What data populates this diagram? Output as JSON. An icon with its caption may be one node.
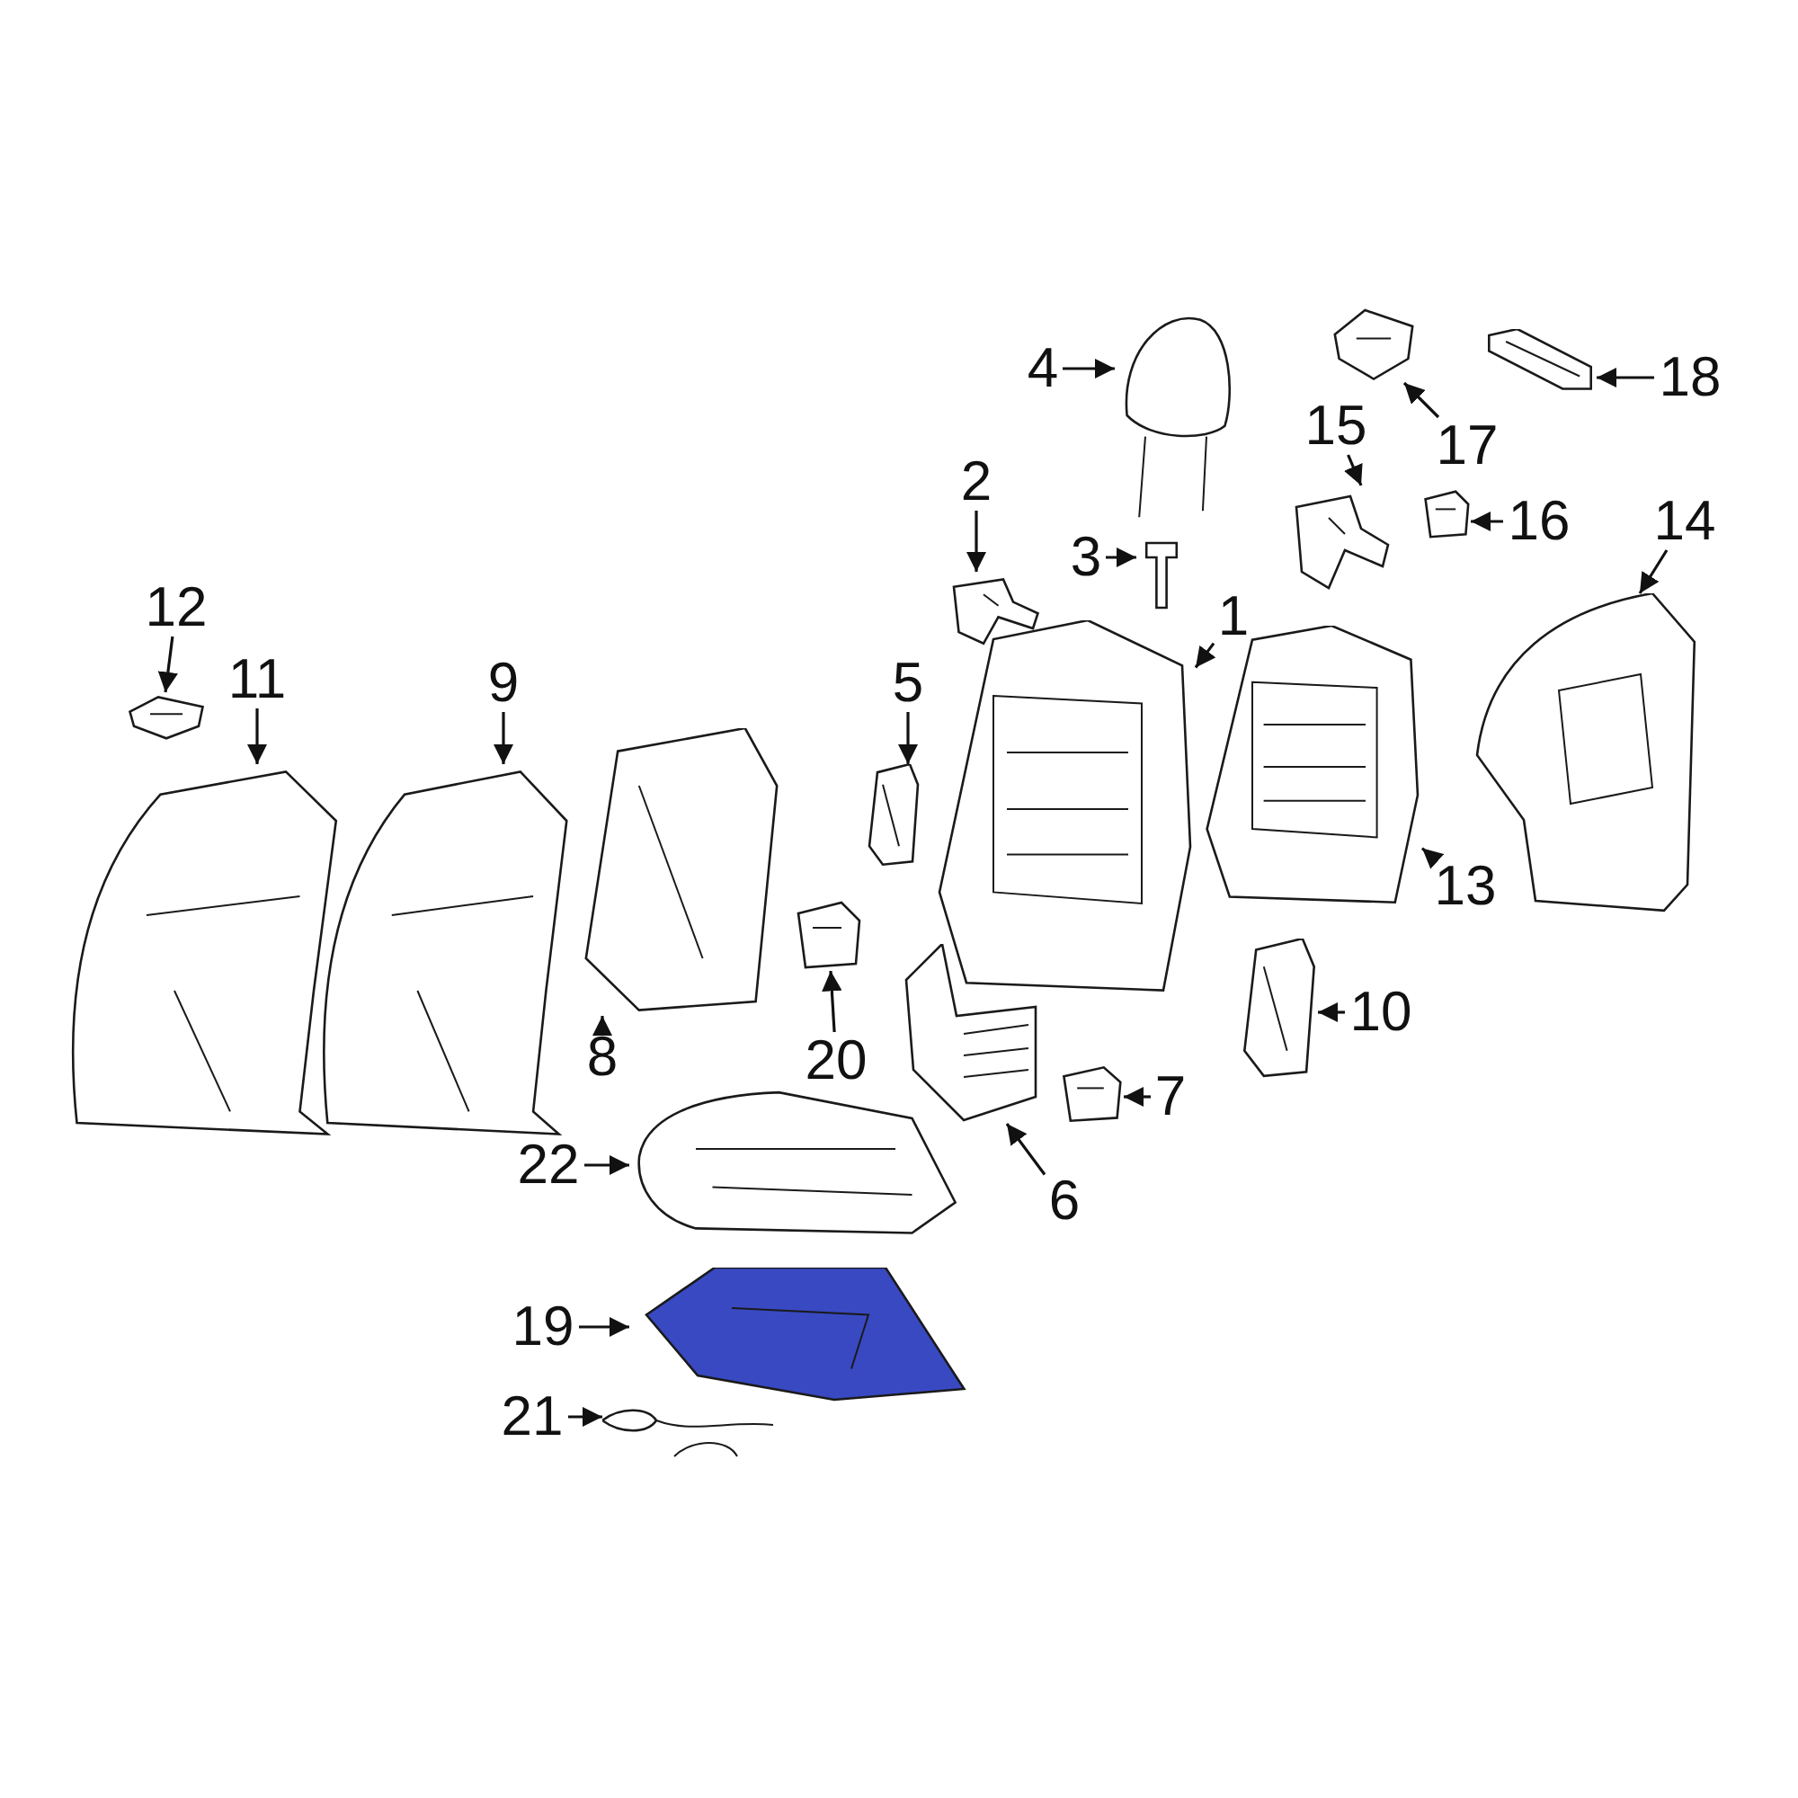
{
  "diagram": {
    "nodes": [
      {
        "text": [
          "1"
        ]
      },
      {
        "text": [
          "2"
        ]
      },
      {
        "text": [
          "3"
        ]
      },
      {
        "text": [
          "4"
        ]
      },
      {
        "text": [
          "5"
        ]
      },
      {
        "text": [
          "6"
        ]
      },
      {
        "text": [
          "7"
        ]
      },
      {
        "text": [
          "8"
        ]
      },
      {
        "text": [
          "9"
        ]
      },
      {
        "text": [
          "10"
        ]
      },
      {
        "text": [
          "11"
        ]
      },
      {
        "text": [
          "12"
        ]
      },
      {
        "text": [
          "13"
        ]
      },
      {
        "text": [
          "14"
        ]
      },
      {
        "text": [
          "15"
        ]
      },
      {
        "text": [
          "16"
        ]
      },
      {
        "text": [
          "17"
        ]
      },
      {
        "text": [
          "18"
        ]
      },
      {
        "text": [
          "19"
        ]
      },
      {
        "text": [
          "20"
        ]
      },
      {
        "text": [
          "21"
        ]
      },
      {
        "text": [
          "22"
        ]
      },
      {
        "text": [],
        "shape": "picture"
      },
      {
        "text": [],
        "shape": "picture"
      },
      {
        "text": [],
        "shape": "picture"
      },
      {
        "text": [],
        "shape": "picture"
      },
      {
        "text": [],
        "shape": "picture"
      },
      {
        "text": [],
        "shape": "picture"
      },
      {
        "text": [],
        "shape": "picture"
      },
      {
        "text": [],
        "shape": "picture"
      },
      {
        "text": [],
        "shape": "picture"
      },
      {
        "text": [],
        "shape": "picture"
      },
      {
        "text": [],
        "shape": "picture"
      },
      {
        "text": [],
        "shape": "picture"
      },
      {
        "text": [],
        "shape": "picture"
      },
      {
        "text": [],
        "shape": "picture"
      },
      {
        "text": [],
        "shape": "picture"
      },
      {
        "text": [],
        "shape": "picture"
      },
      {
        "text": [],
        "shape": "picture"
      },
      {
        "text": [],
        "shape": "picture"
      },
      {
        "text": [],
        "shape": "picture"
      },
      {
        "text": [],
        "shape": "picture"
      },
      {
        "text": [],
        "shape": "picture"
      },
      {
        "text": [],
        "shape": "picture"
      }
    ],
    "edges": [
      {
        "from": 0,
        "to": 22,
        "arrow": "to"
      },
      {
        "from": 1,
        "to": 23,
        "arrow": "to"
      },
      {
        "from": 2,
        "to": 24,
        "arrow": "to"
      },
      {
        "from": 3,
        "to": 25,
        "arrow": "to"
      },
      {
        "from": 4,
        "to": 26,
        "arrow": "to"
      },
      {
        "from": 5,
        "to": 27,
        "arrow": "to"
      },
      {
        "from": 6,
        "to": 28,
        "arrow": "to"
      },
      {
        "from": 7,
        "to": 29,
        "arrow": "to"
      },
      {
        "from": 8,
        "to": 30,
        "arrow": "to"
      },
      {
        "from": 9,
        "to": 31,
        "arrow": "to"
      },
      {
        "from": 10,
        "to": 32,
        "arrow": "to"
      },
      {
        "from": 11,
        "to": 33,
        "arrow": "to"
      },
      {
        "from": 12,
        "to": 34,
        "arrow": "to"
      },
      {
        "from": 13,
        "to": 35,
        "arrow": "to"
      },
      {
        "from": 14,
        "to": 36,
        "arrow": "to"
      },
      {
        "from": 15,
        "to": 37,
        "arrow": "to"
      },
      {
        "from": 16,
        "to": 38,
        "arrow": "to"
      },
      {
        "from": 17,
        "to": 39,
        "arrow": "to"
      },
      {
        "from": 18,
        "to": 40,
        "arrow": "to"
      },
      {
        "from": 19,
        "to": 41,
        "arrow": "to"
      },
      {
        "from": 20,
        "to": 42,
        "arrow": "to"
      },
      {
        "from": 21,
        "to": 43,
        "arrow": "to"
      }
    ]
  }
}
